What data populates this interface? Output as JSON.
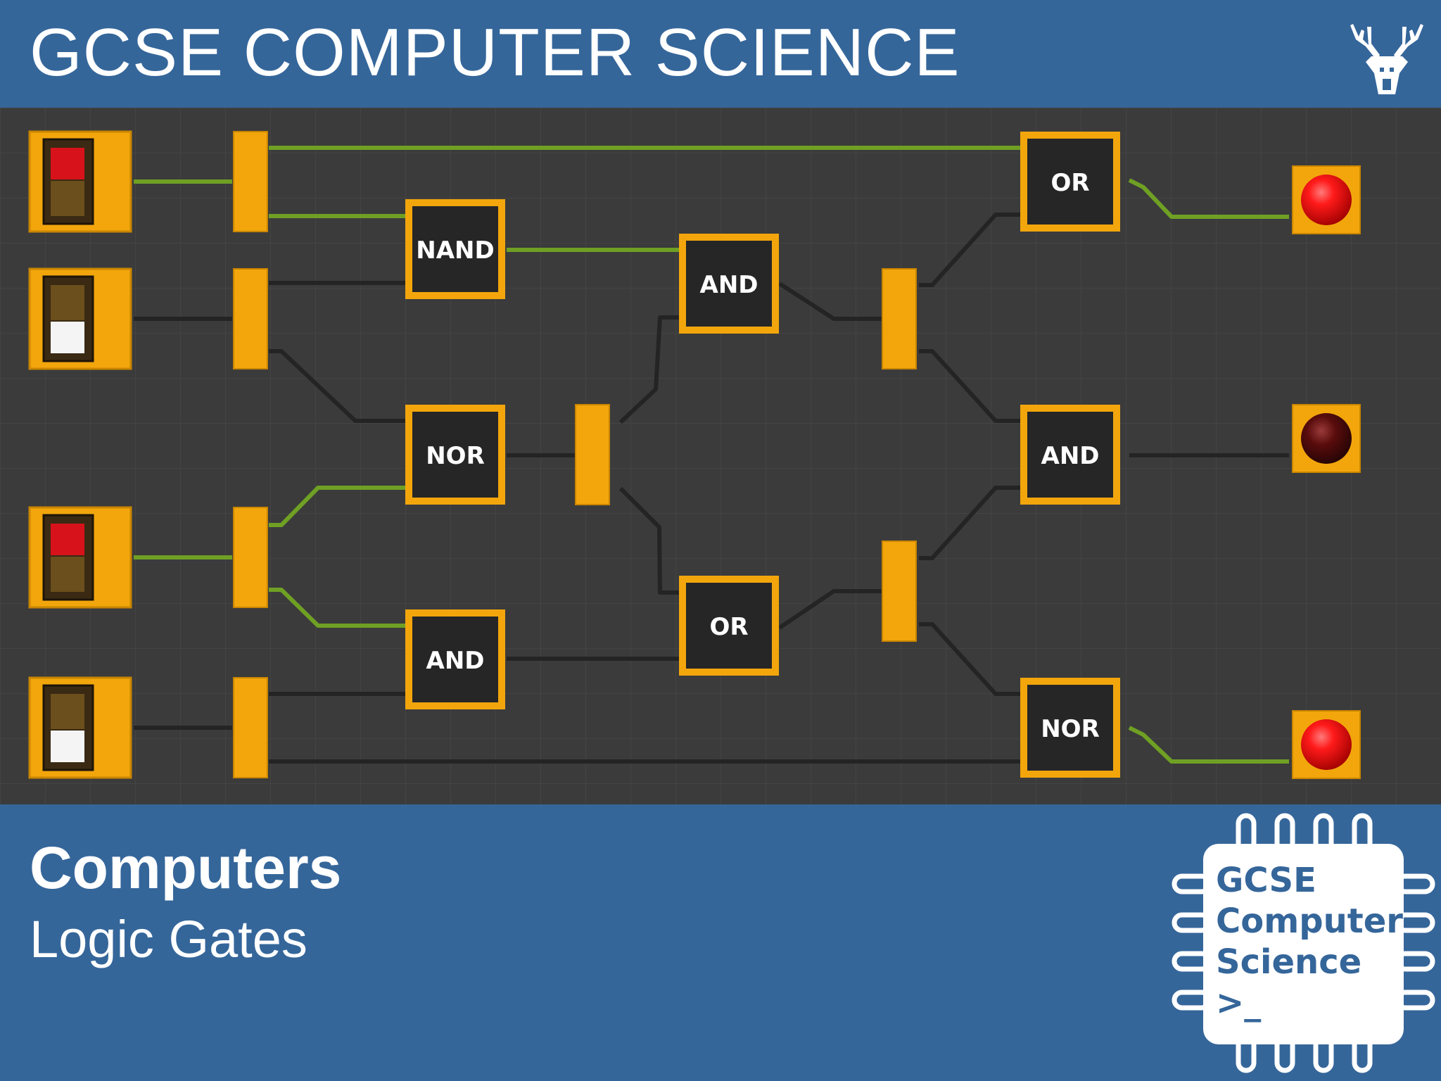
{
  "header": {
    "title": "GCSE COMPUTER SCIENCE",
    "logo_icon": "stag-head-icon"
  },
  "circuit": {
    "gates": {
      "or_top": "OR",
      "nand": "NAND",
      "and_mid": "AND",
      "nor_mid": "NOR",
      "and_right": "AND",
      "and_low": "AND",
      "or_low": "OR",
      "nor_right": "NOR"
    },
    "switches": [
      "on",
      "off",
      "on",
      "off"
    ],
    "lamps": [
      "on",
      "off",
      "on"
    ]
  },
  "footer": {
    "title": "Computers",
    "subtitle": "Logic Gates"
  },
  "chip_logo": {
    "line1": "GCSE",
    "line2": "Computer",
    "line3": "Science",
    "line4": ">_"
  },
  "colors": {
    "banner": "#35669a",
    "canvas_background": "#3b3b3b",
    "node_orange": "#f2a60c",
    "wire_active": "#6fa024",
    "wire_inactive": "#242424",
    "lamp_on": "#e8151a",
    "lamp_off": "#4a0a0a"
  }
}
